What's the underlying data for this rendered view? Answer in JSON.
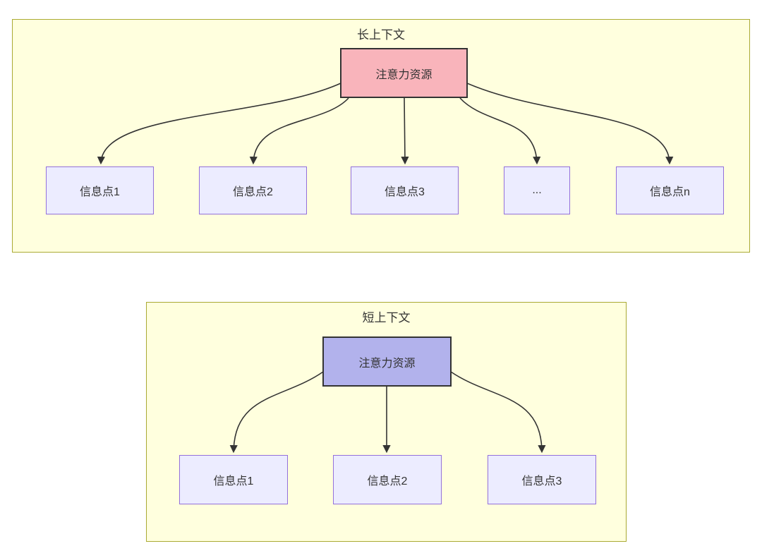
{
  "diagram": {
    "type": "flowchart",
    "description": "Two Mermaid-style cluster diagrams comparing attention resource allocation over many vs few information points",
    "clusters": [
      {
        "title": "长上下文",
        "source": {
          "label": "注意力资源",
          "fill": "#f9b4bb"
        },
        "targets": [
          {
            "label": "信息点1"
          },
          {
            "label": "信息点2"
          },
          {
            "label": "信息点3"
          },
          {
            "label": "..."
          },
          {
            "label": "信息点n"
          }
        ]
      },
      {
        "title": "短上下文",
        "source": {
          "label": "注意力资源",
          "fill": "#b2b2ec"
        },
        "targets": [
          {
            "label": "信息点1"
          },
          {
            "label": "信息点2"
          },
          {
            "label": "信息点3"
          }
        ]
      }
    ],
    "colors": {
      "page_bg": "#ffffff",
      "cluster_fill": "#ffffde",
      "cluster_border": "#aaaa33",
      "info_node_fill": "#ececff",
      "info_node_border": "#9370db",
      "attention_long_fill": "#f9b4bb",
      "attention_short_fill": "#b2b2ec",
      "attention_border": "#333333",
      "edge": "#333333",
      "text": "#333333"
    }
  }
}
